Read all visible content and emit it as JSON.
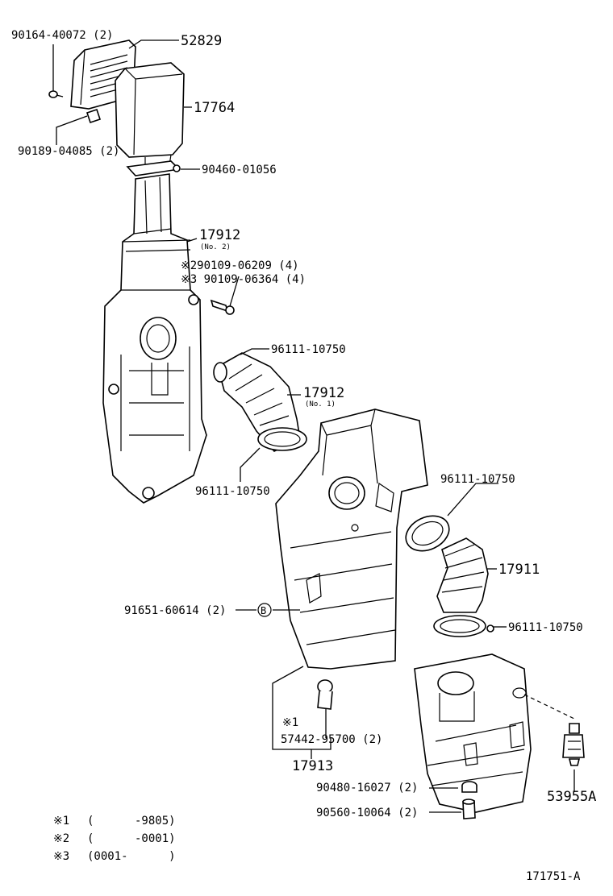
{
  "labels": {
    "p_90164": "90164-40072 (2)",
    "p_52829": "52829",
    "p_17764": "17764",
    "p_90189": "90189-04085 (2)",
    "p_90460": "90460-01056",
    "p_17912_no2": "17912",
    "p_17912_no2_sub": "(No. 2)",
    "p_90109_a": "※290109-06209 (4)",
    "p_90109_b": "※3 90109-06364 (4)",
    "p_96111_a": "96111-10750",
    "p_17912_no1": "17912",
    "p_17912_no1_sub": "(No. 1)",
    "p_96111_b": "96111-10750",
    "p_96111_c": "96111-10750",
    "p_17911": "17911",
    "p_91651": "91651-60614 (2)",
    "p_b_mark": "B",
    "p_96111_d": "96111-10750",
    "p_note1_mark": "※1",
    "p_57442": "57442-95700 (2)",
    "p_17913": "17913",
    "p_90480": "90480-16027 (2)",
    "p_53955": "53955A",
    "p_90560": "90560-10064 (2)"
  },
  "footnotes": [
    {
      "mark": "※1",
      "range": "(      -9805)"
    },
    {
      "mark": "※2",
      "range": "(      -0001)"
    },
    {
      "mark": "※3",
      "range": "(0001-      )"
    }
  ],
  "figure_number": "171751-A"
}
